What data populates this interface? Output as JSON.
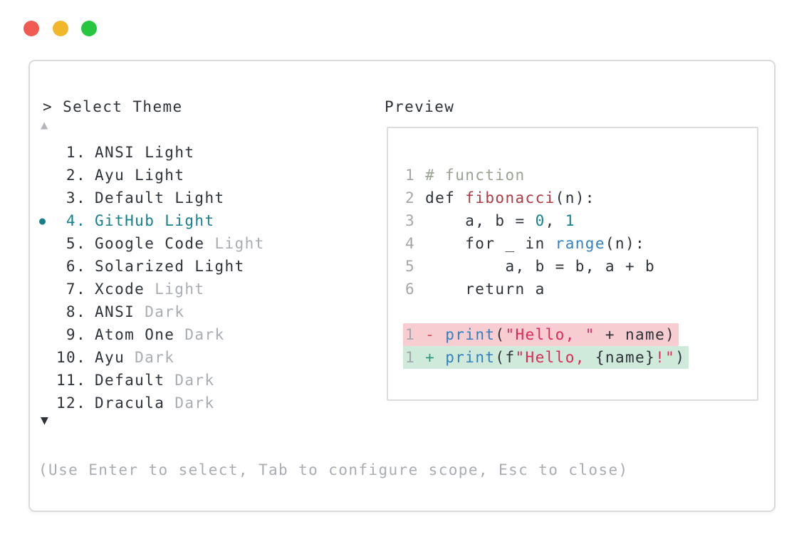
{
  "window": {
    "traffic_lights": {
      "red": "#f05c51",
      "yellow": "#f2b62b",
      "green": "#26c73f"
    }
  },
  "theme_selector": {
    "prompt": "> Select Theme",
    "scroll_up_icon": "▲",
    "scroll_down_icon": "▼",
    "bullet_icon": "●",
    "items": [
      {
        "number": "1.",
        "name": "ANSI Light",
        "suffix": "",
        "selected": false
      },
      {
        "number": "2.",
        "name": "Ayu Light",
        "suffix": "",
        "selected": false
      },
      {
        "number": "3.",
        "name": "Default Light",
        "suffix": "",
        "selected": false
      },
      {
        "number": "4.",
        "name": "GitHub Light",
        "suffix": "",
        "selected": true
      },
      {
        "number": "5.",
        "name": "Google Code",
        "suffix": "Light",
        "selected": false
      },
      {
        "number": "6.",
        "name": "Solarized Light",
        "suffix": "",
        "selected": false
      },
      {
        "number": "7.",
        "name": "Xcode",
        "suffix": "Light",
        "selected": false
      },
      {
        "number": "8.",
        "name": "ANSI",
        "suffix": "Dark",
        "selected": false
      },
      {
        "number": "9.",
        "name": "Atom One",
        "suffix": "Dark",
        "selected": false
      },
      {
        "number": "10.",
        "name": "Ayu",
        "suffix": "Dark",
        "selected": false
      },
      {
        "number": "11.",
        "name": "Default",
        "suffix": "Dark",
        "selected": false
      },
      {
        "number": "12.",
        "name": "Dracula",
        "suffix": "Dark",
        "selected": false
      }
    ]
  },
  "preview": {
    "label": "Preview",
    "lines": [
      {
        "num": "1",
        "diff": null,
        "tokens": [
          {
            "text": "# function",
            "style": "comment"
          }
        ]
      },
      {
        "num": "2",
        "diff": null,
        "tokens": [
          {
            "text": "def ",
            "style": "plain"
          },
          {
            "text": "fibonacci",
            "style": "func"
          },
          {
            "text": "(n):",
            "style": "plain"
          }
        ]
      },
      {
        "num": "3",
        "diff": null,
        "tokens": [
          {
            "text": "    a, b = ",
            "style": "plain"
          },
          {
            "text": "0",
            "style": "number"
          },
          {
            "text": ", ",
            "style": "plain"
          },
          {
            "text": "1",
            "style": "number"
          }
        ]
      },
      {
        "num": "4",
        "diff": null,
        "tokens": [
          {
            "text": "    for _ in ",
            "style": "plain"
          },
          {
            "text": "range",
            "style": "builtin"
          },
          {
            "text": "(n):",
            "style": "plain"
          }
        ]
      },
      {
        "num": "5",
        "diff": null,
        "tokens": [
          {
            "text": "        a, b = b, a + b",
            "style": "plain"
          }
        ]
      },
      {
        "num": "6",
        "diff": null,
        "tokens": [
          {
            "text": "    return a",
            "style": "plain"
          }
        ]
      },
      {
        "num": "",
        "diff": null,
        "tokens": []
      },
      {
        "num": "1",
        "diff": "del",
        "tokens": [
          {
            "text": "- ",
            "style": "minus"
          },
          {
            "text": "print",
            "style": "builtin"
          },
          {
            "text": "(",
            "style": "plain"
          },
          {
            "text": "\"Hello, \"",
            "style": "string"
          },
          {
            "text": " + name)",
            "style": "plain"
          }
        ]
      },
      {
        "num": "1",
        "diff": "add",
        "tokens": [
          {
            "text": "+ ",
            "style": "plus"
          },
          {
            "text": "print",
            "style": "builtin"
          },
          {
            "text": "(f",
            "style": "plain"
          },
          {
            "text": "\"Hello, ",
            "style": "string"
          },
          {
            "text": "{name}",
            "style": "plain"
          },
          {
            "text": "!\"",
            "style": "string"
          },
          {
            "text": ")",
            "style": "plain"
          }
        ]
      }
    ]
  },
  "hint": "(Use Enter to select, Tab to configure scope, Esc to close)",
  "colors": {
    "text_dark": "#2d3238",
    "text_gray": "#a9adb2",
    "accent_teal": "#17808d",
    "scroll_up_gray": "#b3b6ba",
    "comment": "#9aa291",
    "function_red": "#ad3a42",
    "number_teal": "#17808d",
    "builtin_blue": "#3380bd",
    "string_crimson": "#dd2a56",
    "diff_minus": "#d8485e",
    "diff_plus": "#2c9b83",
    "line_number": "#a3a7ab",
    "diff_del_bg": "#f8cdd1",
    "diff_add_bg": "#cfe9db",
    "panel_border": "#dadada"
  }
}
